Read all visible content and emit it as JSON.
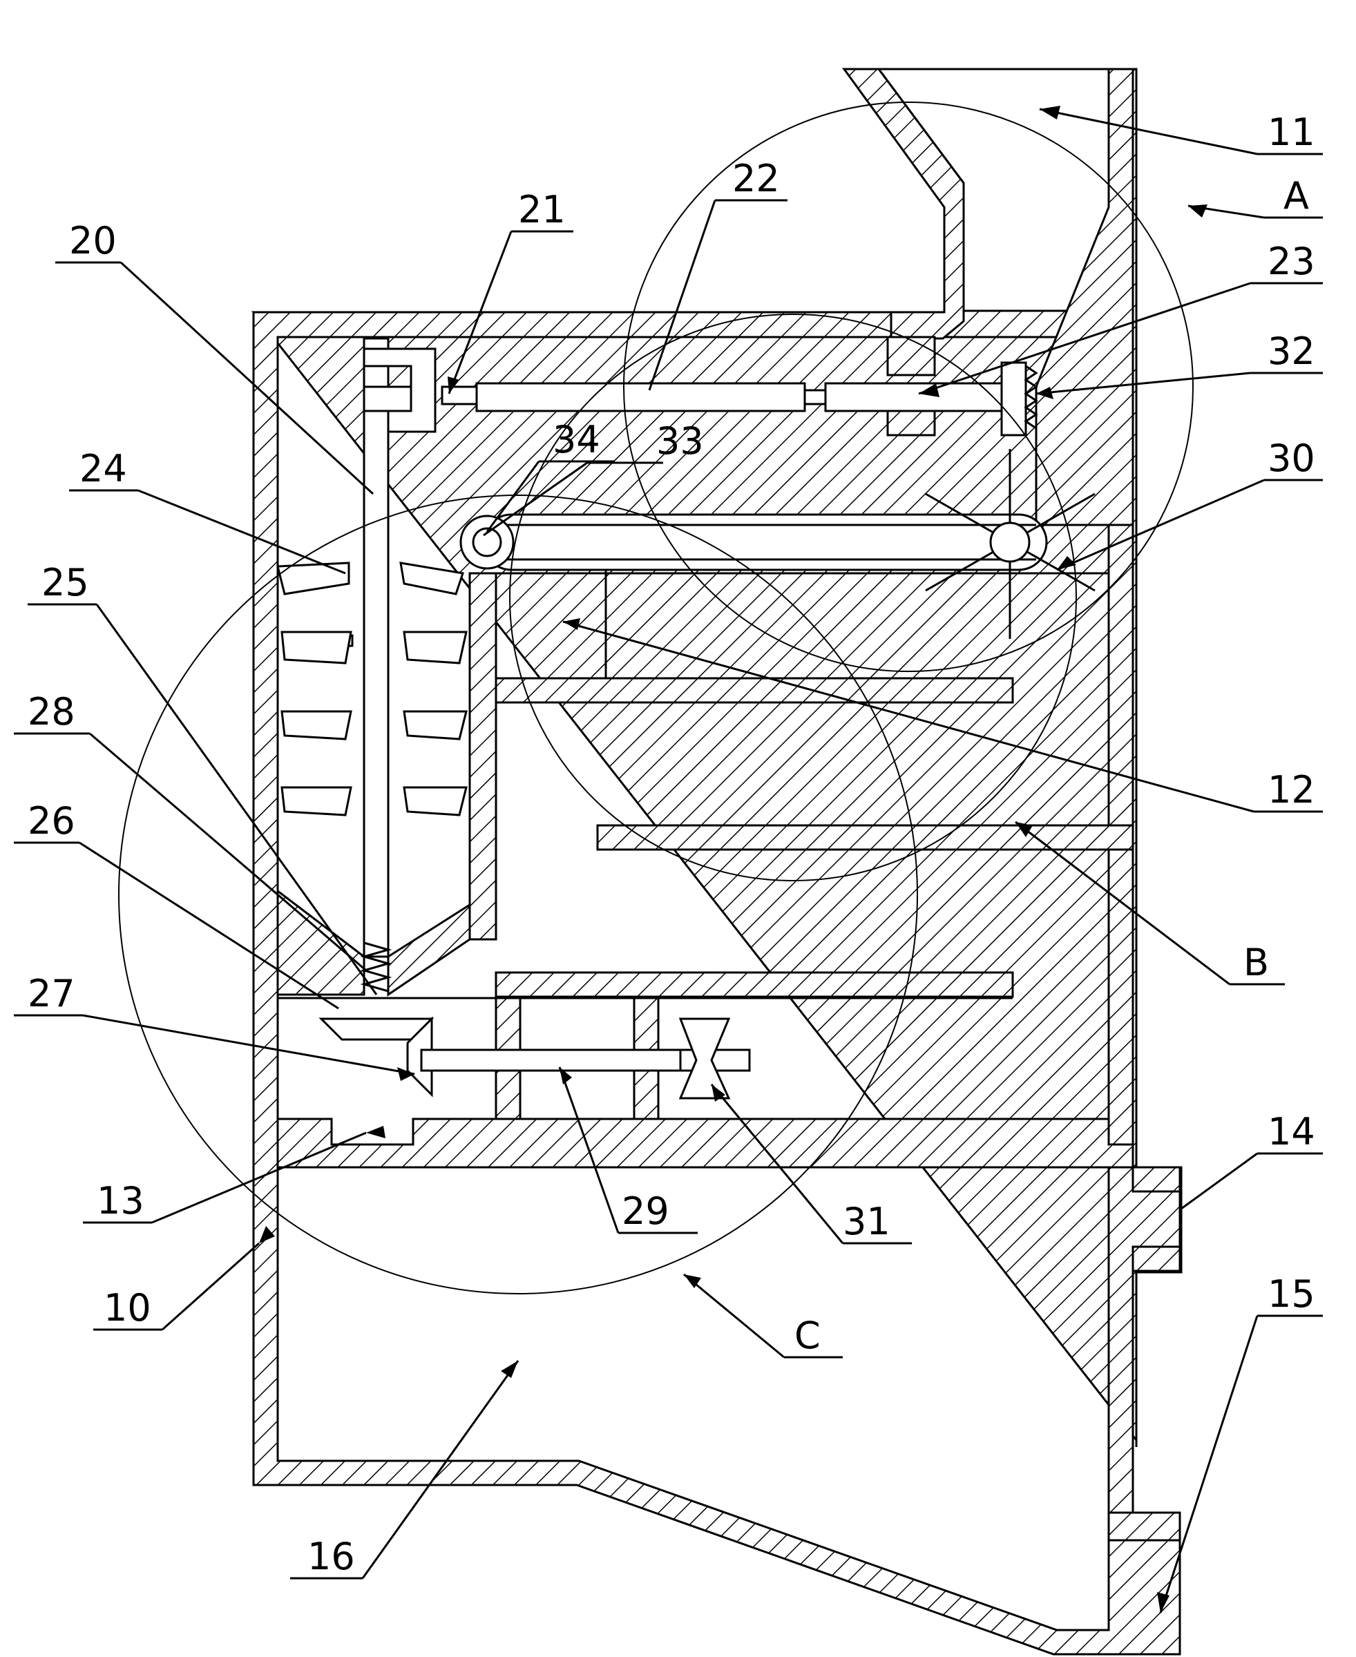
{
  "figure": {
    "part_labels": [
      {
        "id": "p10",
        "text": "10"
      },
      {
        "id": "p11",
        "text": "11"
      },
      {
        "id": "p12",
        "text": "12"
      },
      {
        "id": "p13",
        "text": "13"
      },
      {
        "id": "p14",
        "text": "14"
      },
      {
        "id": "p15",
        "text": "15"
      },
      {
        "id": "p16",
        "text": "16"
      },
      {
        "id": "p20",
        "text": "20"
      },
      {
        "id": "p21",
        "text": "21"
      },
      {
        "id": "p22",
        "text": "22"
      },
      {
        "id": "p23",
        "text": "23"
      },
      {
        "id": "p24",
        "text": "24"
      },
      {
        "id": "p25",
        "text": "25"
      },
      {
        "id": "p26",
        "text": "26"
      },
      {
        "id": "p27",
        "text": "27"
      },
      {
        "id": "p28",
        "text": "28"
      },
      {
        "id": "p29",
        "text": "29"
      },
      {
        "id": "p30",
        "text": "30"
      },
      {
        "id": "p31",
        "text": "31"
      },
      {
        "id": "p32",
        "text": "32"
      },
      {
        "id": "p33",
        "text": "33"
      },
      {
        "id": "p34",
        "text": "34"
      }
    ],
    "detail_labels": [
      {
        "id": "dA",
        "text": "A"
      },
      {
        "id": "dB",
        "text": "B"
      },
      {
        "id": "dC",
        "text": "C"
      }
    ]
  }
}
